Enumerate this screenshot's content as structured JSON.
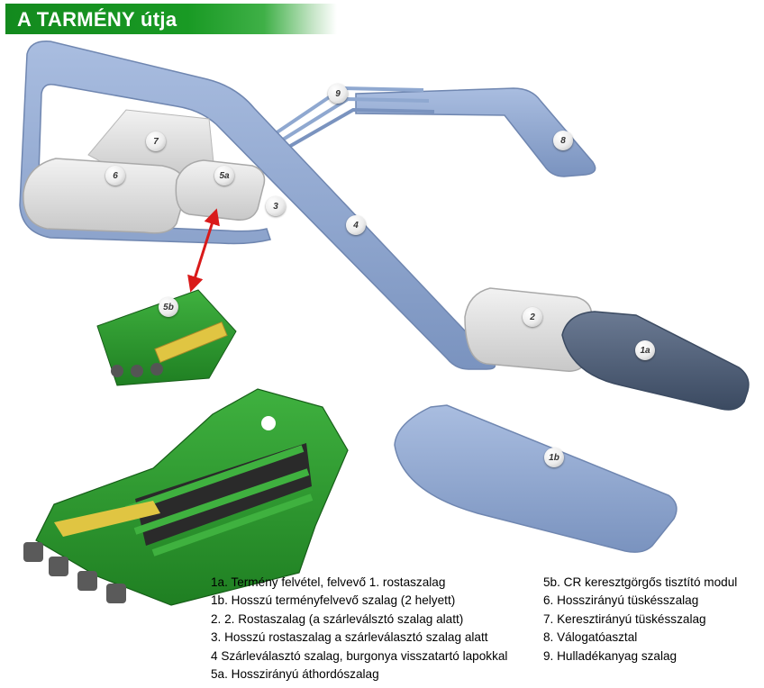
{
  "header": {
    "title": "A TARMÉNY útja"
  },
  "callouts": {
    "c1a": "1a",
    "c1b": "1b",
    "c2": "2",
    "c3": "3",
    "c4": "4",
    "c5a": "5a",
    "c5b": "5b",
    "c6": "6",
    "c7": "7",
    "c8": "8",
    "c9": "9"
  },
  "legend": {
    "left": [
      "1a. Termény felvétel,  felvevő 1. rostaszalag",
      "1b. Hosszú terményfelvevő szalag (2 helyett)",
      "2. 2. Rostaszalag (a szárleválsztó szalag alatt)",
      "3. Hosszú rostaszalag  a szárleválasztó  szalag alatt",
      "4  Szárleválasztó szalag, burgonya visszatartó lapokkal",
      "5a. Hosszirányú áthordószalag"
    ],
    "right": [
      "5b. CR keresztgörgős tisztító  modul",
      "6. Hosszirányú tüskésszalag",
      "7. Keresztirányú tüskésszalag",
      "8. Válogatóasztal",
      "9. Hulladékanyag szalag"
    ]
  },
  "colors": {
    "banner_green": "#199a24",
    "belt_blue": "#8fa8d0",
    "belt_dark": "#4a5a72",
    "machine_green": "#2e9a2e",
    "arrow_red": "#d91a1a"
  }
}
